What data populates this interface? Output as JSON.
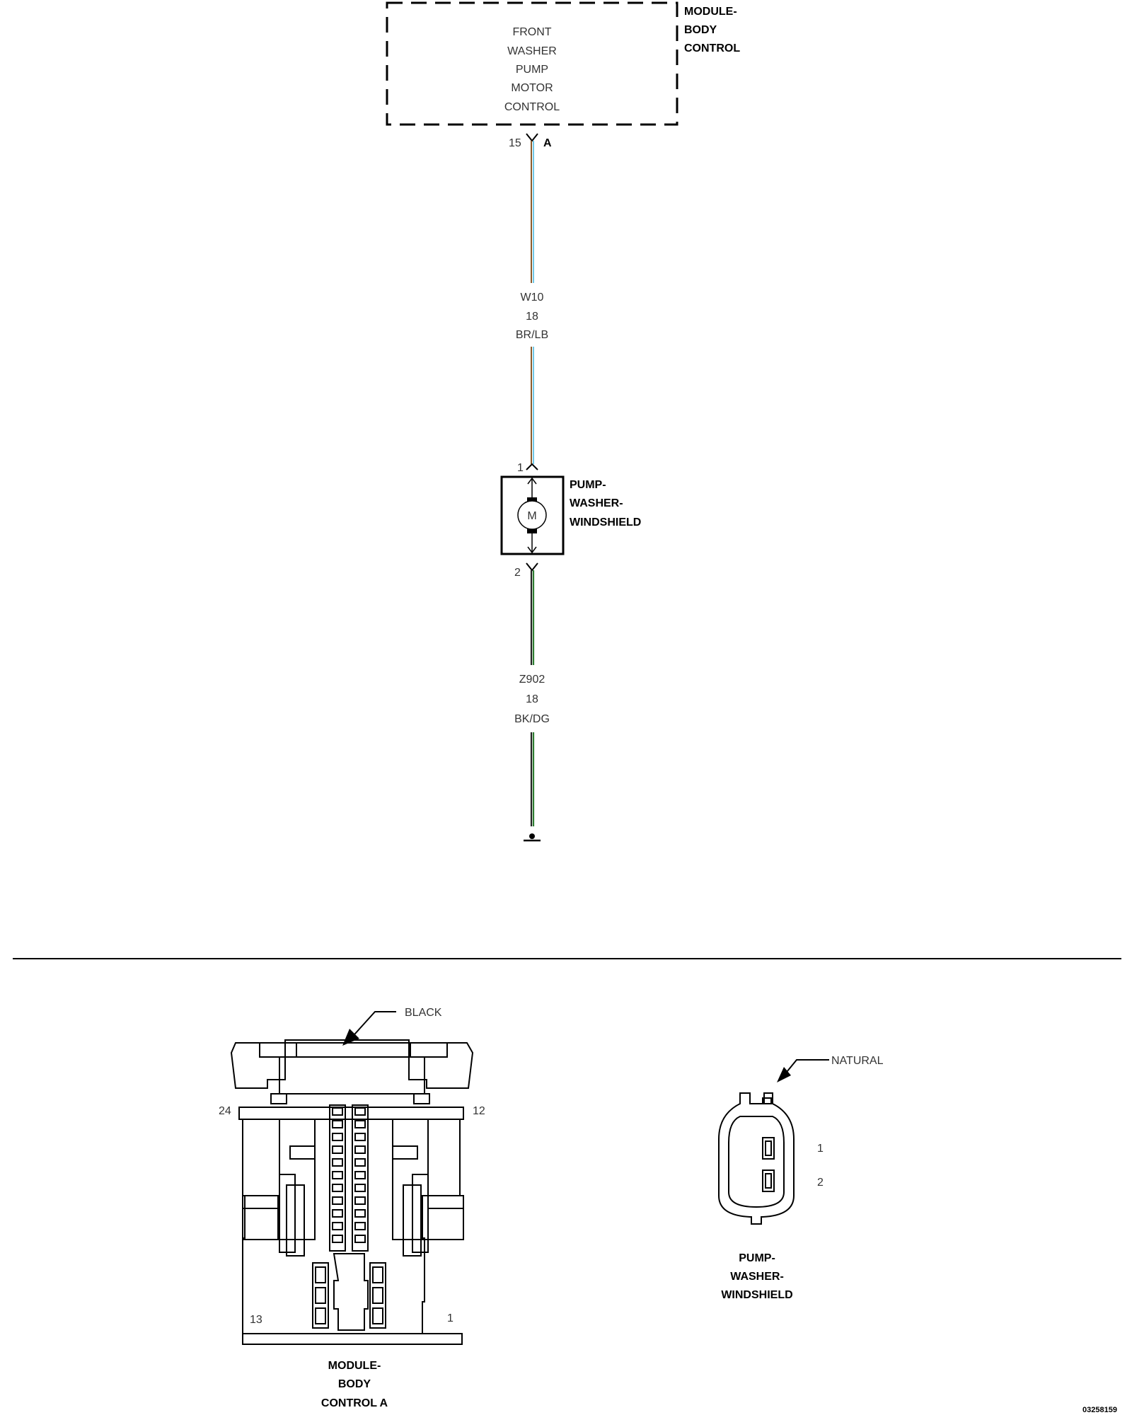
{
  "module": {
    "box_lines": [
      "FRONT",
      "WASHER",
      "PUMP",
      "MOTOR",
      "CONTROL"
    ],
    "name_lines": [
      "MODULE-",
      "BODY",
      "CONTROL"
    ],
    "pin": "15",
    "connector_letter": "A"
  },
  "wire1": {
    "circuit": "W10",
    "gauge": "18",
    "color": "BR/LB",
    "color_hex_a": "#8b5a2b",
    "color_hex_b": "#6fc7e6"
  },
  "pump": {
    "name_lines": [
      "PUMP-",
      "WASHER-",
      "WINDSHIELD"
    ],
    "pin_top": "1",
    "pin_bottom": "2",
    "motor_symbol": "M"
  },
  "wire2": {
    "circuit": "Z902",
    "gauge": "18",
    "color": "BK/DG",
    "color_hex_a": "#222222",
    "color_hex_b": "#2e7d32"
  },
  "connector_bcm": {
    "color_label": "BLACK",
    "pin_labels": {
      "top_left": "24",
      "top_right": "12",
      "bottom_left": "13",
      "bottom_right": "1"
    },
    "name_lines": [
      "MODULE-",
      "BODY",
      "CONTROL A"
    ]
  },
  "connector_pump": {
    "color_label": "NATURAL",
    "pin_labels": [
      "1",
      "2"
    ],
    "name_lines": [
      "PUMP-",
      "WASHER-",
      "WINDSHIELD"
    ]
  },
  "figure_id": "03258159"
}
